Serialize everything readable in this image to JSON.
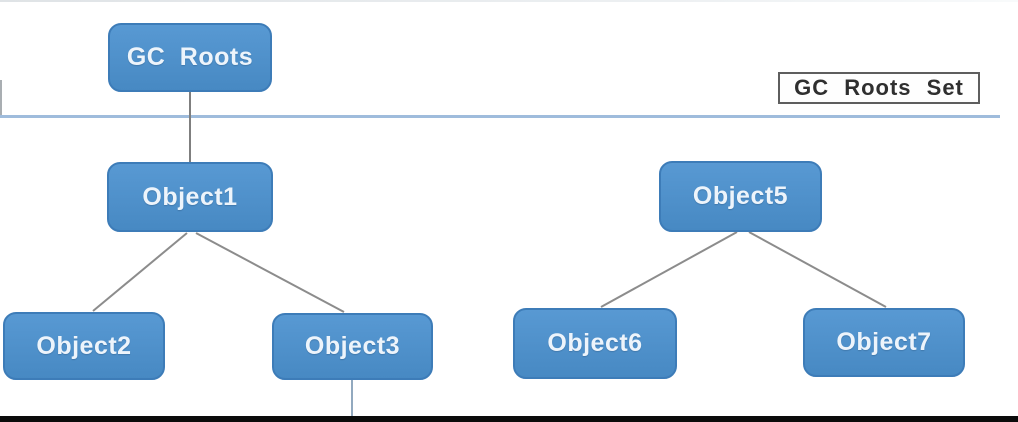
{
  "diagram": {
    "title_hint": "GC Roots reachability tree",
    "nodes": {
      "gc_roots": {
        "label": "GC Roots"
      },
      "object1": {
        "label": "Object1"
      },
      "object2": {
        "label": "Object2"
      },
      "object3": {
        "label": "Object3"
      },
      "object5": {
        "label": "Object5"
      },
      "object6": {
        "label": "Object6"
      },
      "object7": {
        "label": "Object7"
      }
    },
    "legend": {
      "label": "GC Roots Set"
    },
    "edges": [
      {
        "from": "gc_roots",
        "to": "object1"
      },
      {
        "from": "object1",
        "to": "object2"
      },
      {
        "from": "object1",
        "to": "object3"
      },
      {
        "from": "object5",
        "to": "object6"
      },
      {
        "from": "object5",
        "to": "object7"
      },
      {
        "from": "object3",
        "to": "bottom-boundary"
      }
    ],
    "colors": {
      "node_fill": "#4E94CE",
      "node_border": "#3D7CB8",
      "node_text": "#EDF4FB",
      "connector_gray": "#8C8C8C",
      "connector_blue_gray": "#92A9BF",
      "separator_line": "#9FBCDC",
      "legend_border": "#5E5E5E",
      "legend_text": "#2F2F2F",
      "bottom_bar": "#0B0B0B"
    }
  }
}
